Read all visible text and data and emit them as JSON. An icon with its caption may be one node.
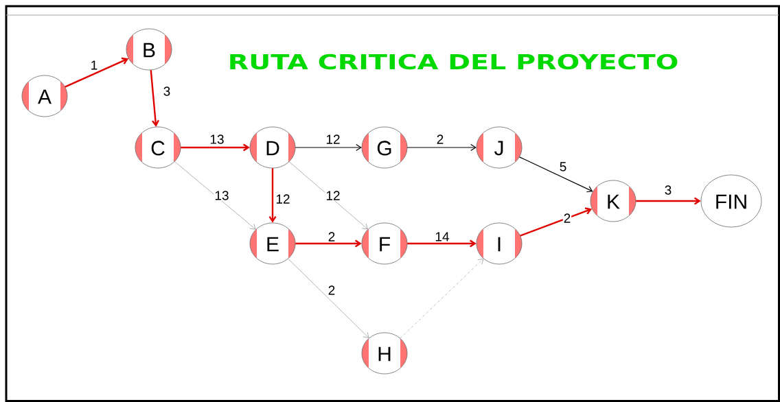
{
  "diagram": {
    "title": "RUTA CRITICA DEL PROYECTO",
    "nodes": [
      {
        "text": [
          "A"
        ]
      },
      {
        "text": [
          "B"
        ]
      },
      {
        "text": [
          "C"
        ]
      },
      {
        "text": [
          "D"
        ]
      },
      {
        "text": [
          "G"
        ]
      },
      {
        "text": [
          "J"
        ]
      },
      {
        "text": [
          "K"
        ]
      },
      {
        "text": [
          "FIN"
        ]
      },
      {
        "text": [
          "E"
        ]
      },
      {
        "text": [
          "F"
        ]
      },
      {
        "text": [
          "I"
        ]
      },
      {
        "text": [
          "H"
        ]
      }
    ],
    "edges": [
      {
        "from": 0,
        "to": 1,
        "arrow": "to",
        "label": "1"
      },
      {
        "from": 1,
        "to": 2,
        "arrow": "to",
        "label": "3"
      },
      {
        "from": 2,
        "to": 3,
        "arrow": "to",
        "label": "13"
      },
      {
        "from": 3,
        "to": 4,
        "arrow": "to",
        "label": "12",
        "color": "#000000"
      },
      {
        "from": 4,
        "to": 5,
        "arrow": "to",
        "label": "2",
        "color": "#000000"
      },
      {
        "from": 5,
        "to": 6,
        "arrow": "to",
        "label": "5",
        "color": "#000000"
      },
      {
        "from": 2,
        "to": 8,
        "arrow": "to",
        "label": "13",
        "color": "#808080"
      },
      {
        "from": 3,
        "to": 8,
        "arrow": "to",
        "label": "12"
      },
      {
        "from": 3,
        "to": 9,
        "arrow": "to",
        "label": "12",
        "color": "#808080"
      },
      {
        "from": 8,
        "to": 9,
        "arrow": "to",
        "label": "2"
      },
      {
        "from": 9,
        "to": 10,
        "arrow": "to",
        "label": "14"
      },
      {
        "from": 8,
        "to": 11,
        "arrow": "to",
        "label": "2",
        "color": "#808080"
      },
      {
        "from": 11,
        "to": 10,
        "arrow": "to",
        "style": "dashed",
        "color": "#808080"
      },
      {
        "from": 10,
        "to": 6,
        "arrow": "to",
        "label": "2"
      },
      {
        "from": 6,
        "to": 7,
        "arrow": "to",
        "label": "3"
      }
    ]
  }
}
